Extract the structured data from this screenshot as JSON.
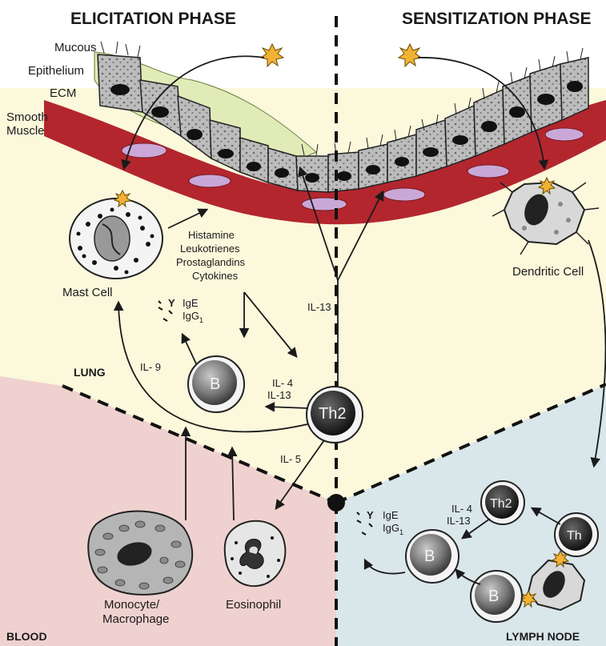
{
  "headers": {
    "elicitation": "ELICITATION PHASE",
    "sensitization": "SENSITIZATION PHASE"
  },
  "tissue_labels": {
    "mucous": "Mucous",
    "epithelium": "Epithelium",
    "ecm": "ECM",
    "smooth": "Smooth",
    "muscle": "Muscle"
  },
  "mediators": [
    "Histamine",
    "Leukotrienes",
    "Prostaglandins",
    "Cytokines"
  ],
  "cells": {
    "mast": "Mast Cell",
    "dendritic": "Dendritic Cell",
    "monocyte_l1": "Monocyte/",
    "monocyte_l2": "Macrophage",
    "eosinophil": "Eosinophil",
    "b": "B",
    "th2": "Th2",
    "th": "Th"
  },
  "cytokines": {
    "il13": "IL-13",
    "il9": "IL- 9",
    "il4": "IL- 4",
    "il13b": "IL-13",
    "il5": "IL- 5"
  },
  "antibodies": {
    "y": "Y",
    "ige": "IgE",
    "igg": "IgG",
    "igg_sub": "1"
  },
  "regions": {
    "lung": "LUNG",
    "blood": "BLOOD",
    "lymph": "LYMPH NODE"
  },
  "colors": {
    "lung": "#fbf8dc",
    "blood": "#efd2cf",
    "lymph": "#d9e6ea",
    "muscle": "#b3262e",
    "mucous": "#e1ebb8"
  }
}
